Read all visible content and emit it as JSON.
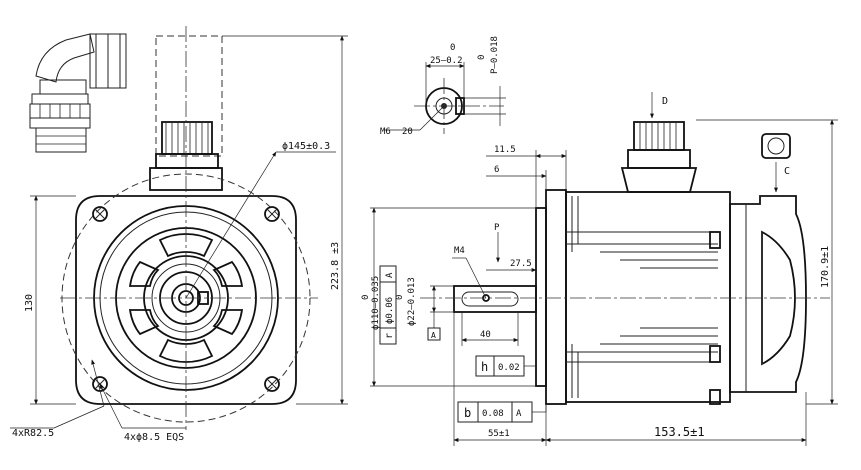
{
  "dimensions": {
    "face_diameter": "ϕ145±0.3",
    "housing_square": "130",
    "overall_height": "223.8 ±3",
    "corner_radius": "4xR82.5",
    "mounting_holes": "4xϕ8.5 EQS",
    "keyway_width": "25–0.2",
    "keyway_width_upper": "0",
    "keyway_depth": "P–0.018",
    "keyway_depth_upper": "0",
    "thread": "M6",
    "thread_depth": "20",
    "flange_thickness": "11.5",
    "spigot_length": "6",
    "thread_tap": "M4",
    "key_offset": "27.5",
    "key_length": "40",
    "pilot_diameter": "ϕ110–0.035",
    "pilot_upper": "0",
    "shaft_diameter": "ϕ22–0.013",
    "shaft_upper": "0",
    "shaft_length": "55±1",
    "body_length": "153.5±1",
    "side_height": "170.9±1"
  },
  "labels": {
    "view_d": "D",
    "view_p": "P",
    "view_c": "C",
    "datum_a": "A",
    "datum_a_box": "A"
  },
  "tolerances": {
    "perpendicular": {
      "symbol": "r",
      "value": "ϕ0.06",
      "datum": "A"
    },
    "runout": {
      "symbol": "h",
      "value": "0.02"
    },
    "position": {
      "symbol": "b",
      "value": "0.08",
      "datum": "A"
    }
  }
}
